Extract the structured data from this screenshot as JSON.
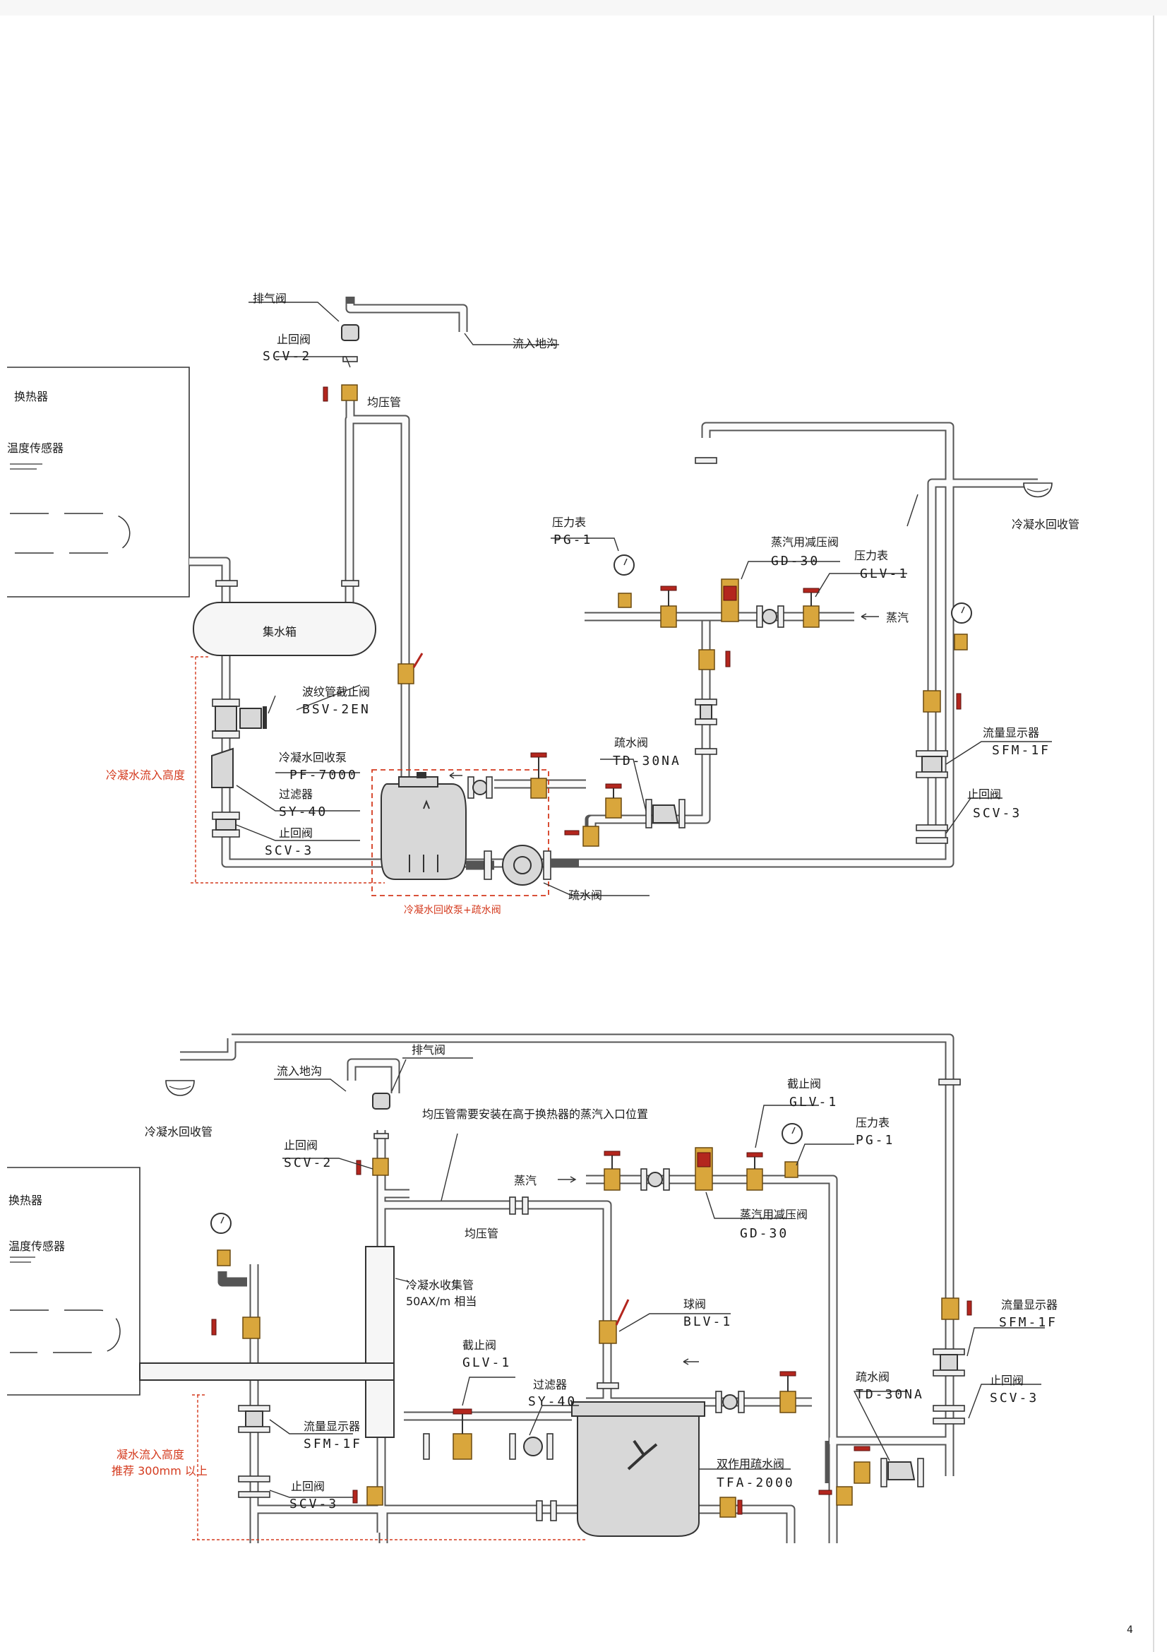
{
  "colors": {
    "accent_red": "#d43a1e",
    "pipe": "#555555",
    "valve_brass": "#d9a63c",
    "handwheel": "#b3261e",
    "equipment_grey": "#d8d8d8"
  },
  "top": {
    "exhaust_valve": "排气阀",
    "check_valve_a": {
      "name": "止回阀",
      "code": "SCV-2"
    },
    "equalizing_pipe": "均压管",
    "to_trench": "流入地沟",
    "heat_exchanger": "换热器",
    "temp_sensor": "温度传感器",
    "pressure_gauge": {
      "name": "压力表",
      "code": "PG-1"
    },
    "reducing_valve": {
      "name": "蒸汽用减压阀",
      "code": "GD-30"
    },
    "globe_valve": {
      "name": "压力表",
      "code": "GLV-1"
    },
    "steam": "蒸汽",
    "condensate_return": "冷凝水回收管",
    "collector": "集水箱",
    "bellows_valve": {
      "name": "波纹管截止阀",
      "code": "BSV-2EN"
    },
    "recovery_pump": {
      "name": "冷凝水回收泵",
      "code": "PF-7000"
    },
    "strainer": {
      "name": "过滤器",
      "code": "SY-40"
    },
    "check_valve_b": {
      "name": "止回阀",
      "code": "SCV-3"
    },
    "inflow_height": "冷凝水流入高度",
    "trap": {
      "name": "疏水阀",
      "code": "TD-30NA"
    },
    "flow_indicator": {
      "name": "流量显示器",
      "code": "SFM-1F"
    },
    "check_valve_c": {
      "name": "止回阀",
      "code": "SCV-3"
    },
    "trap_bottom": "疏水阀",
    "pump_trap_combo": "冷凝水回收泵+疏水阀"
  },
  "bottom": {
    "exhaust_valve": "排气阀",
    "to_trench": "流入地沟",
    "condensate_return": "冷凝水回收管",
    "equalizing_note": "均压管需要安装在高于换热器的蒸汽入口位置",
    "check_valve_a": {
      "name": "止回阀",
      "code": "SCV-2"
    },
    "stop_valve_top": {
      "name": "截止阀",
      "code": "GLV-1"
    },
    "pressure_gauge": {
      "name": "压力表",
      "code": "PG-1"
    },
    "steam": "蒸汽",
    "heat_exchanger": "换热器",
    "temp_sensor": "温度传感器",
    "reducing_valve": {
      "name": "蒸汽用减压阀",
      "code": "GD-30"
    },
    "equalizing_pipe": "均压管",
    "collector_pipe": {
      "name": "冷凝水收集管",
      "code": "50AX/m 相当"
    },
    "ball_valve": {
      "name": "球阀",
      "code": "BLV-1"
    },
    "flow_indicator_right": {
      "name": "流量显示器",
      "code": "SFM-1F"
    },
    "stop_valve": {
      "name": "截止阀",
      "code": "GLV-1"
    },
    "strainer": {
      "name": "过滤器",
      "code": "SY-40"
    },
    "trap": {
      "name": "疏水阀",
      "code": "TD-30NA"
    },
    "check_valve_right": {
      "name": "止回阀",
      "code": "SCV-3"
    },
    "flow_indicator_left": {
      "name": "流量显示器",
      "code": "SFM-1F"
    },
    "dual_trap": {
      "name": "双作用疏水阀",
      "code": "TFA-2000"
    },
    "inflow_height_1": "凝水流入高度",
    "inflow_height_2": "推荐 300mm 以上",
    "check_valve_b": {
      "name": "止回阀",
      "code": "SCV-3"
    }
  },
  "page_number": "4"
}
